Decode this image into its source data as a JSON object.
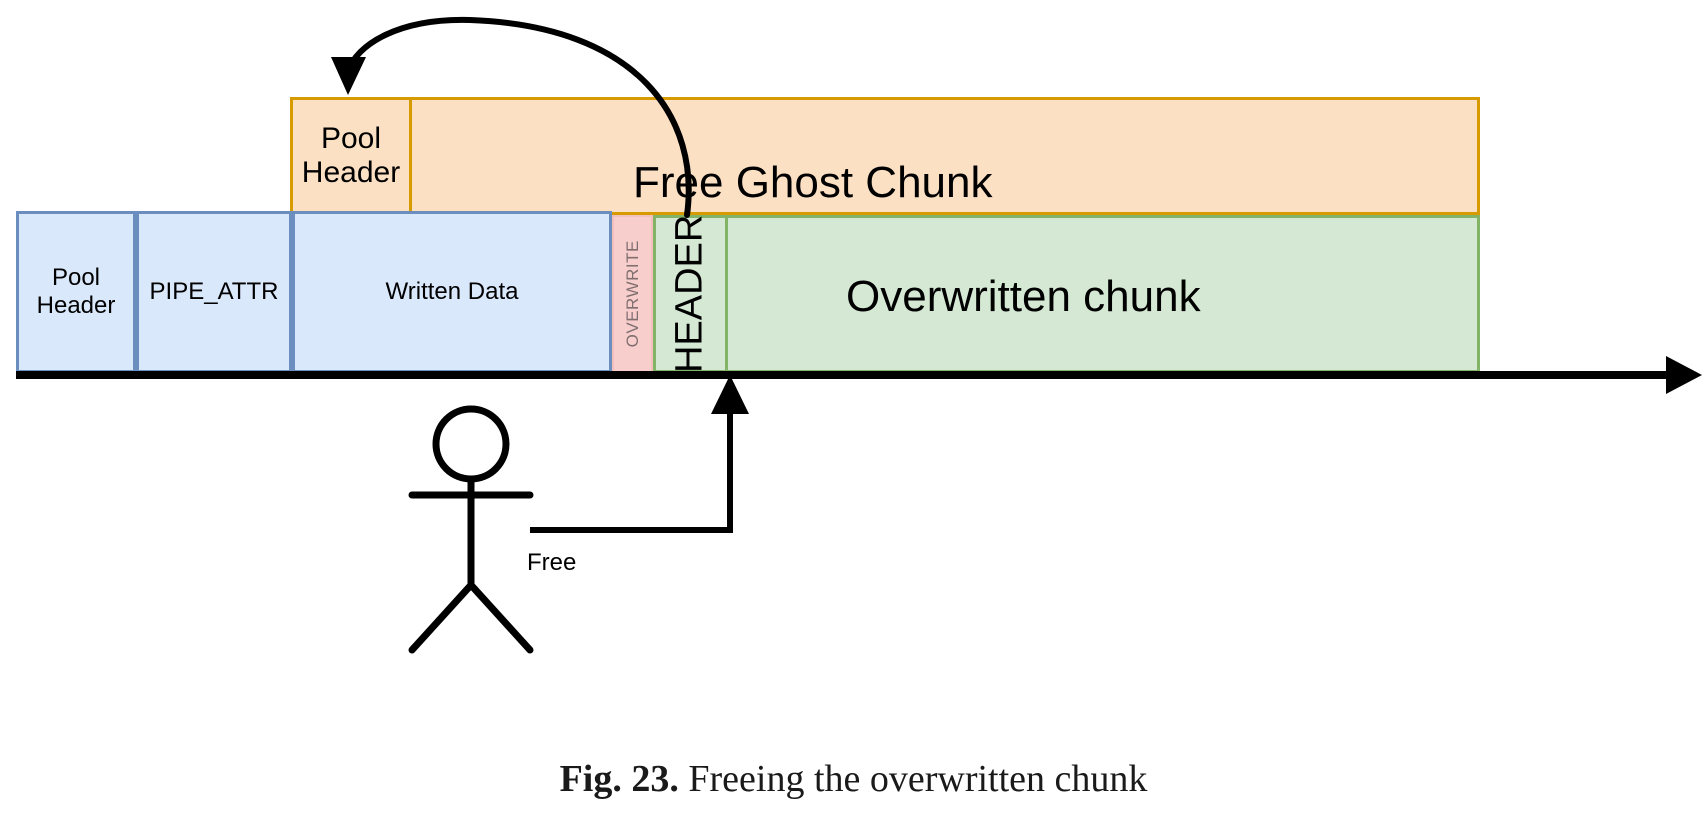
{
  "figure": {
    "caption_prefix": "Fig. 23.",
    "caption_text": "Freeing the overwritten chunk"
  },
  "ghost_row": {
    "pool_header_line1": "Pool",
    "pool_header_line2": "Header",
    "title": "Free Ghost Chunk",
    "fill_color": "#fbe0c4",
    "stroke_color": "#d79b00"
  },
  "allocated_row": {
    "cells": [
      {
        "line1": "Pool",
        "line2": "Header"
      },
      {
        "line1": "PIPE_ATTR",
        "line2": ""
      },
      {
        "line1": "Written Data",
        "line2": ""
      }
    ],
    "fill_color": "#dae8fc",
    "stroke_color": "#6c8ebf"
  },
  "overwrite_cell": {
    "label": "OVERWRITE",
    "fill_color": "#f8cecc",
    "text_color": "#7f6f6f"
  },
  "overwritten_chunk": {
    "header_label": "HEADER",
    "title": "Overwritten chunk",
    "fill_color": "#d5e8d4",
    "stroke_color": "#82b366"
  },
  "actor": {
    "action_label": "Free"
  },
  "arrows": {
    "reinsert_arrow": "curved-arrow-to-pool-header",
    "memory_axis": "right-arrow",
    "free_arrow": "up-arrow-to-header"
  }
}
